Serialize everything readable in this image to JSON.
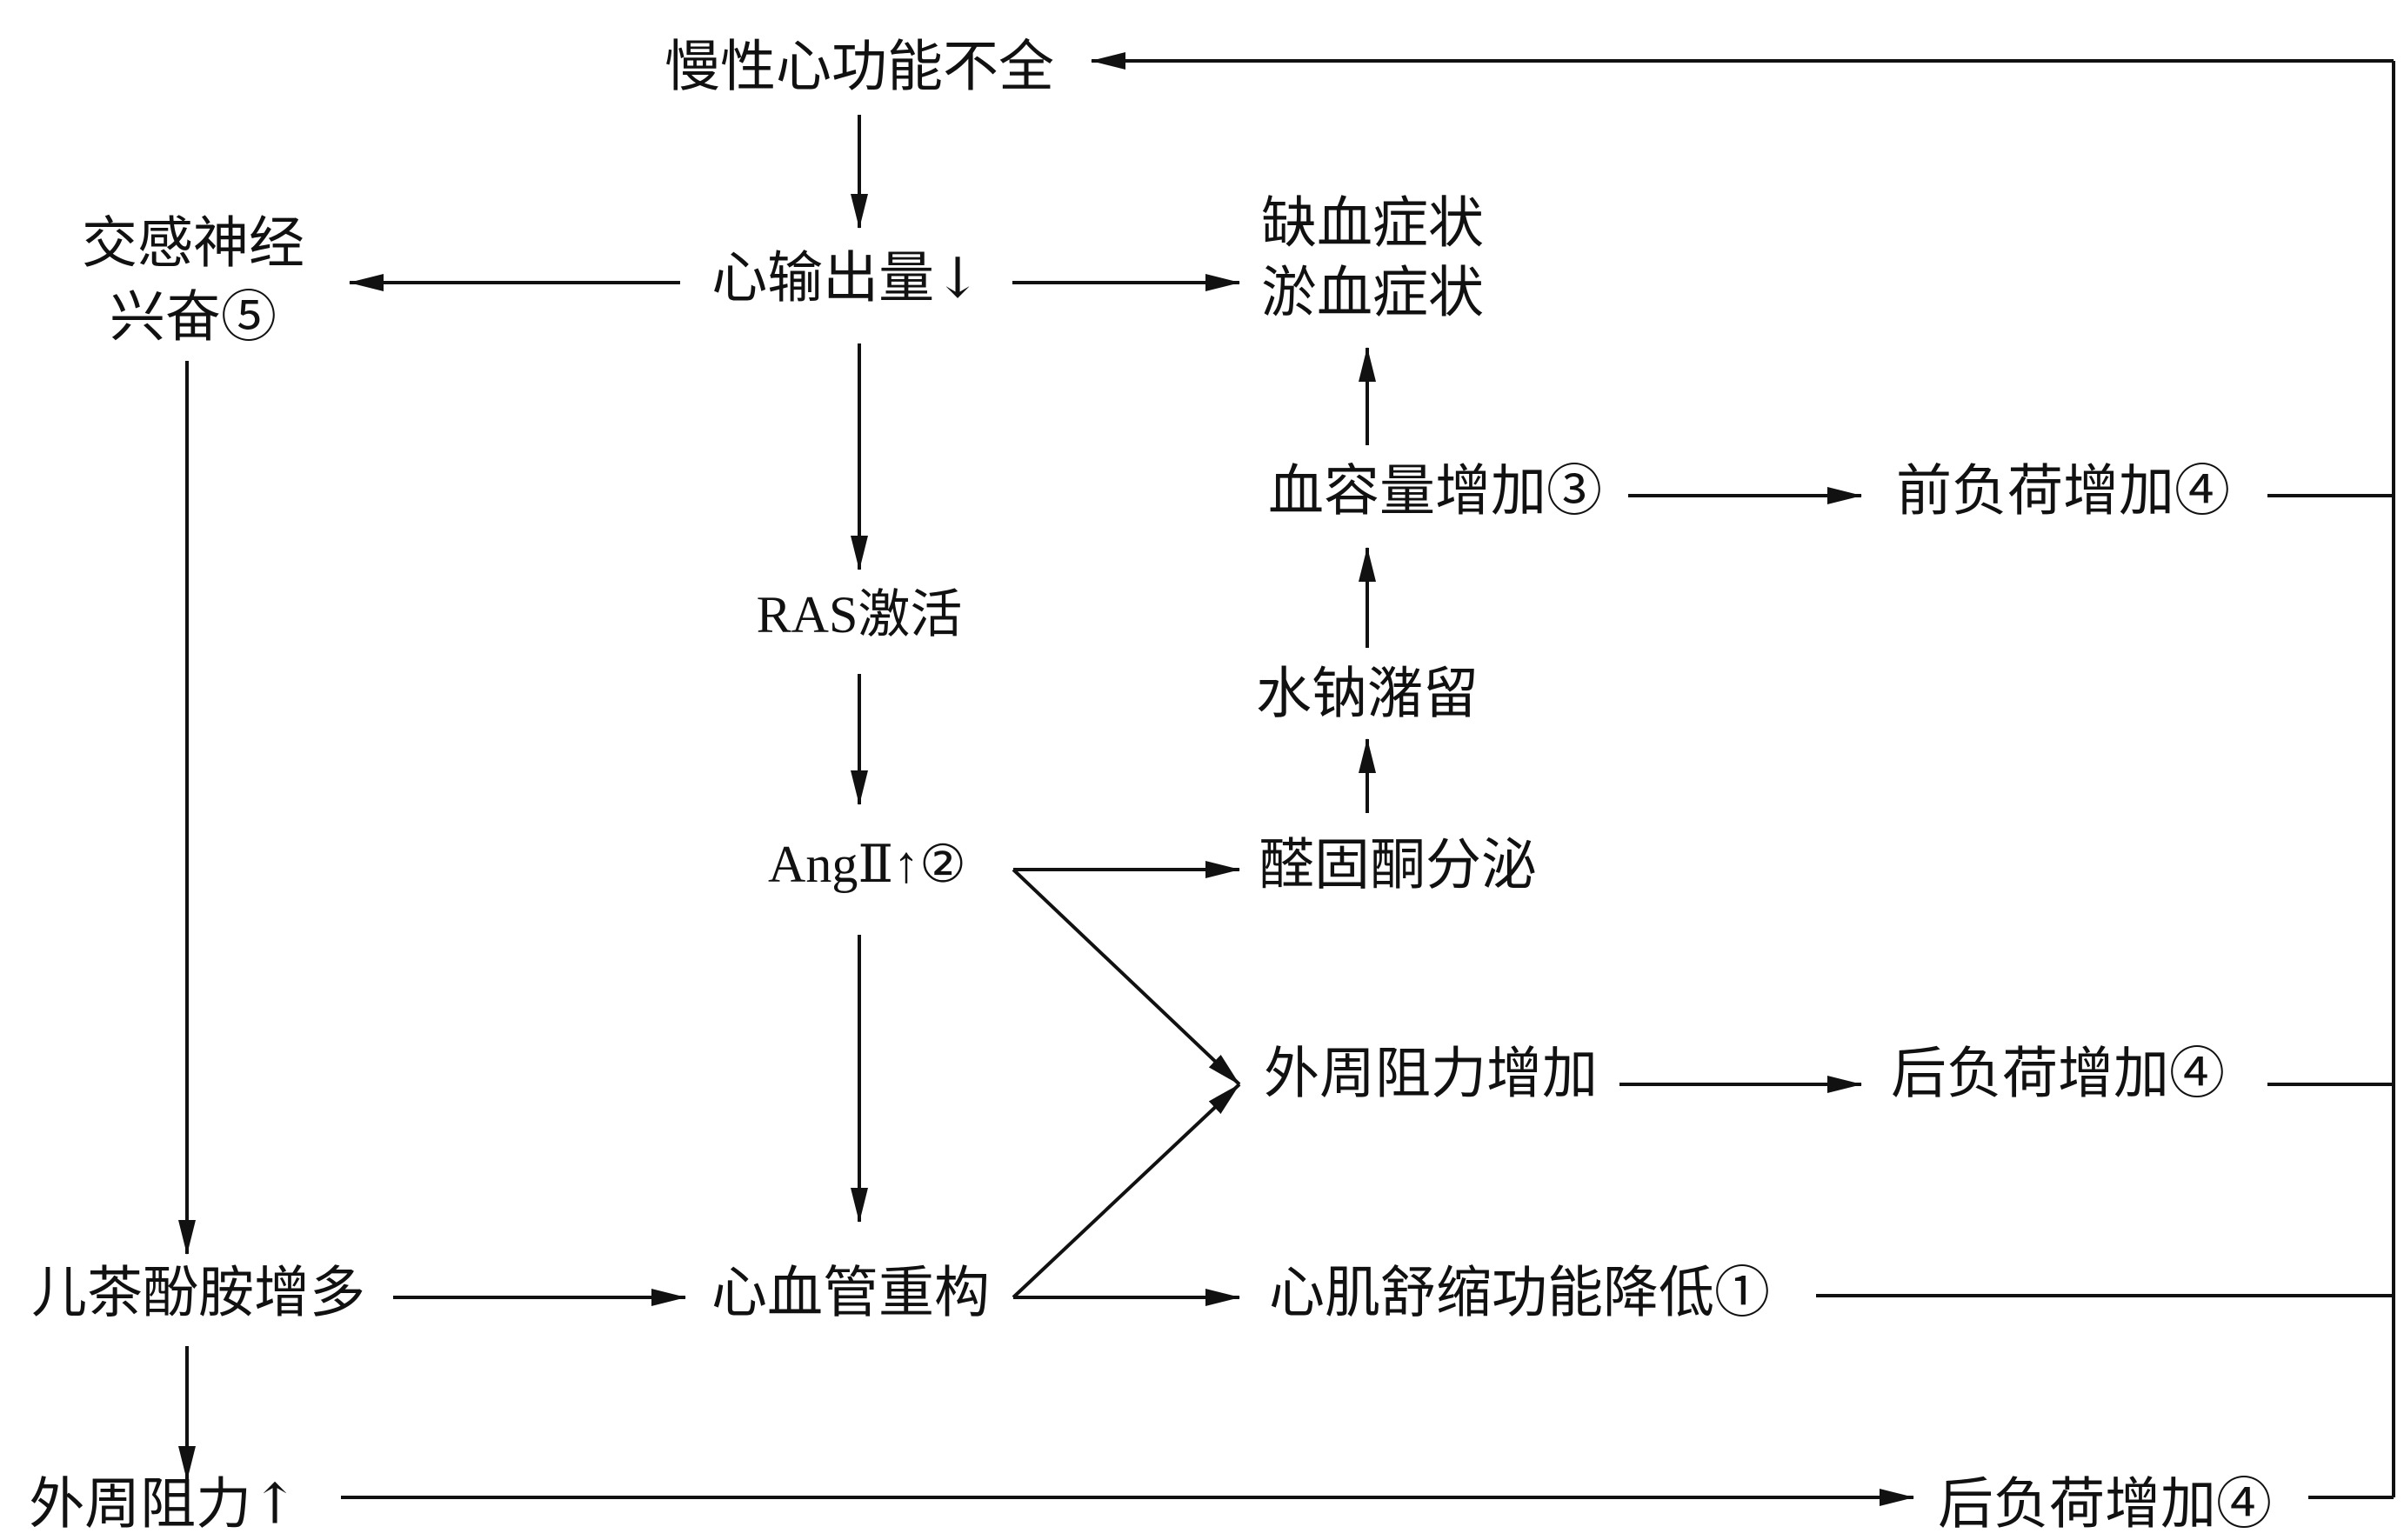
{
  "nodes": {
    "chronic_heart_failure": "慢性心功能不全",
    "cardiac_output": "心输出量↓",
    "ischemia_symptoms": "缺血症状",
    "congestion_symptoms": "淤血症状",
    "sympathetic_line1": "交感神经",
    "sympathetic_line2": "兴奋⑤",
    "blood_volume": "血容量增加③",
    "preload": "前负荷增加④",
    "ras": "RAS激活",
    "water_sodium": "水钠潴留",
    "ang2": "AngⅡ↑②",
    "aldosterone": "醛固酮分泌",
    "peripheral_resistance": "外周阻力增加",
    "afterload_1": "后负荷增加④",
    "catecholamine": "儿茶酚胺增多",
    "cv_remodeling": "心血管重构",
    "myocardial": "心肌舒缩功能降低①",
    "peripheral_up": "外周阻力↑",
    "afterload_2": "后负荷增加④"
  },
  "colors": {
    "line": "#111111",
    "text": "#111111",
    "background": "#ffffff"
  }
}
